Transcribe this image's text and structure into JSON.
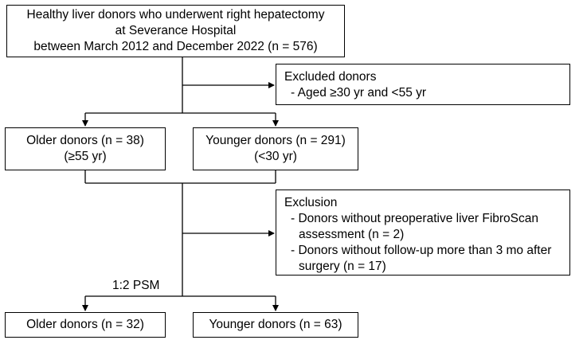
{
  "nodes": {
    "source": {
      "line1": "Healthy liver donors who underwent right hepatectomy",
      "line2": "at Severance Hospital",
      "line3": "between March 2012 and December 2022 (n = 576)"
    },
    "excluded_age": {
      "title": "Excluded donors",
      "item1": "- Aged ≥30 yr and <55 yr"
    },
    "older_pre": {
      "line1": "Older donors (n = 38)",
      "line2": "(≥55 yr)"
    },
    "younger_pre": {
      "line1": "Younger donors (n = 291)",
      "line2": "(<30 yr)"
    },
    "exclusion": {
      "title": "Exclusion",
      "item1": "- Donors without preoperative liver FibroScan assessment (n = 2)",
      "item2": "- Donors without follow-up more than 3 mo after surgery (n = 17)"
    },
    "older_post": {
      "label": "Older donors (n = 32)"
    },
    "younger_post": {
      "label": "Younger donors (n = 63)"
    }
  },
  "edge_labels": {
    "psm": "1:2 PSM"
  }
}
